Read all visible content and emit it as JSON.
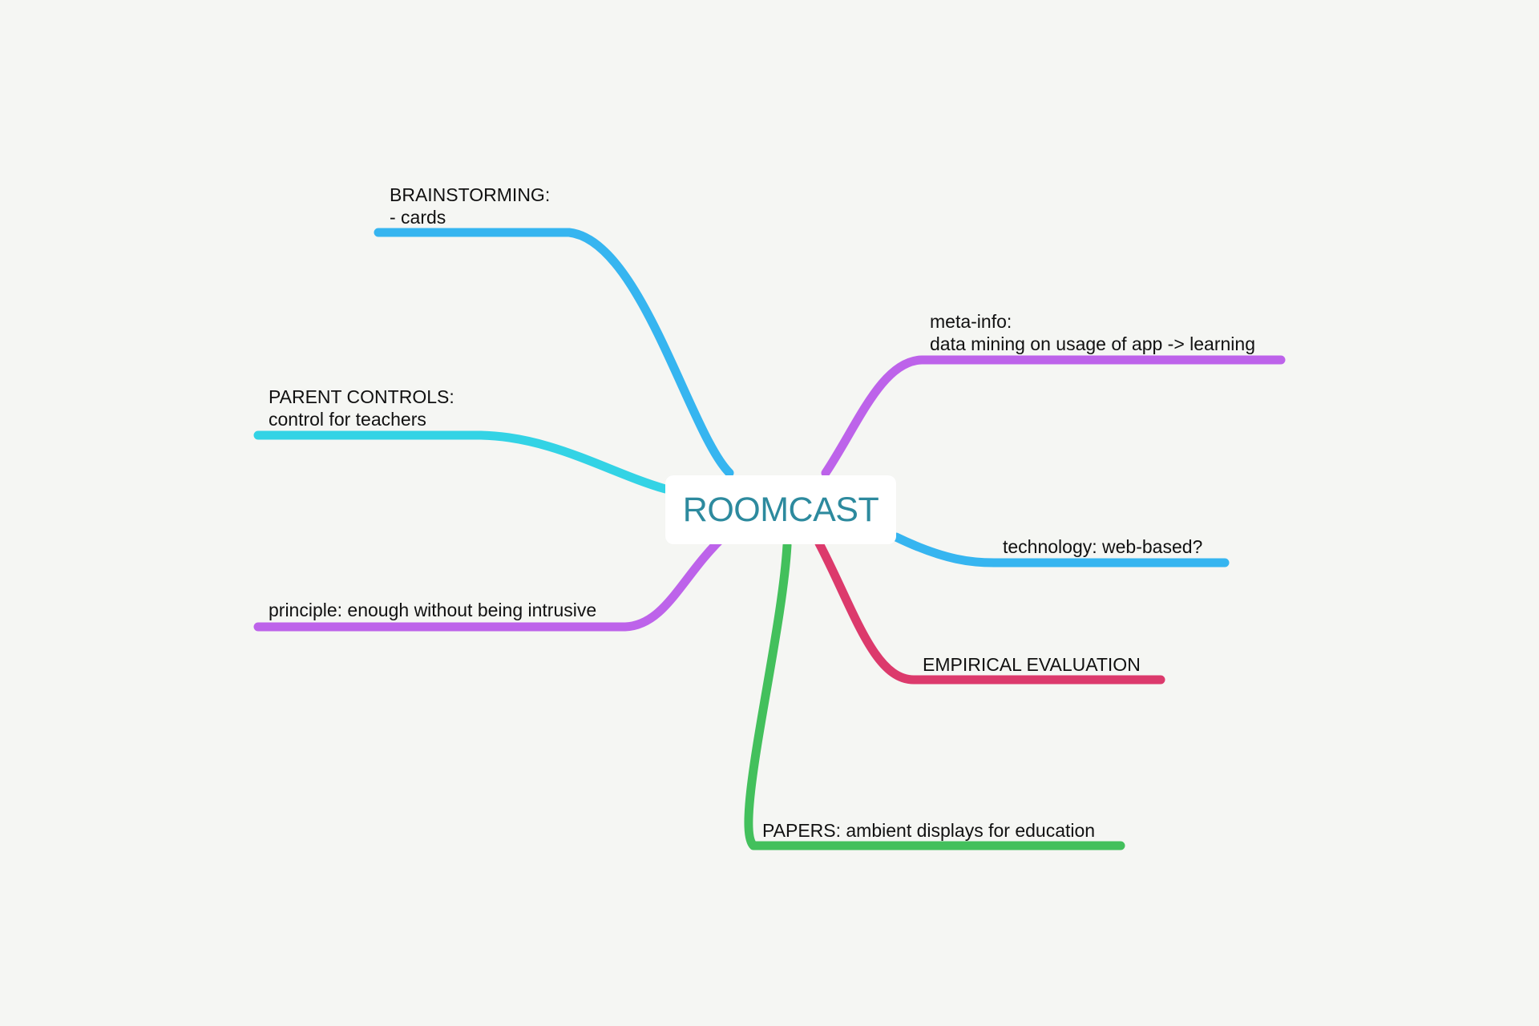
{
  "central_topic": {
    "label": "ROOMCAST",
    "color": "#2d8a9e"
  },
  "branches": [
    {
      "id": "brainstorming",
      "lines": [
        "BRAINSTORMING:",
        "- cards"
      ],
      "color": "#36b5f0"
    },
    {
      "id": "parent-controls",
      "lines": [
        "PARENT CONTROLS:",
        "control for teachers"
      ],
      "color": "#33d3e5"
    },
    {
      "id": "principle",
      "lines": [
        "principle: enough without being intrusive"
      ],
      "color": "#bd63ea"
    },
    {
      "id": "meta-info",
      "lines": [
        "meta-info:",
        "data mining on usage of app -> learning"
      ],
      "color": "#bd63ea"
    },
    {
      "id": "technology",
      "lines": [
        "technology: web-based?"
      ],
      "color": "#36b5f0"
    },
    {
      "id": "empirical-evaluation",
      "lines": [
        "EMPIRICAL EVALUATION"
      ],
      "color": "#dc3a6c"
    },
    {
      "id": "papers",
      "lines": [
        "PAPERS: ambient displays for education"
      ],
      "color": "#43c05c"
    }
  ]
}
